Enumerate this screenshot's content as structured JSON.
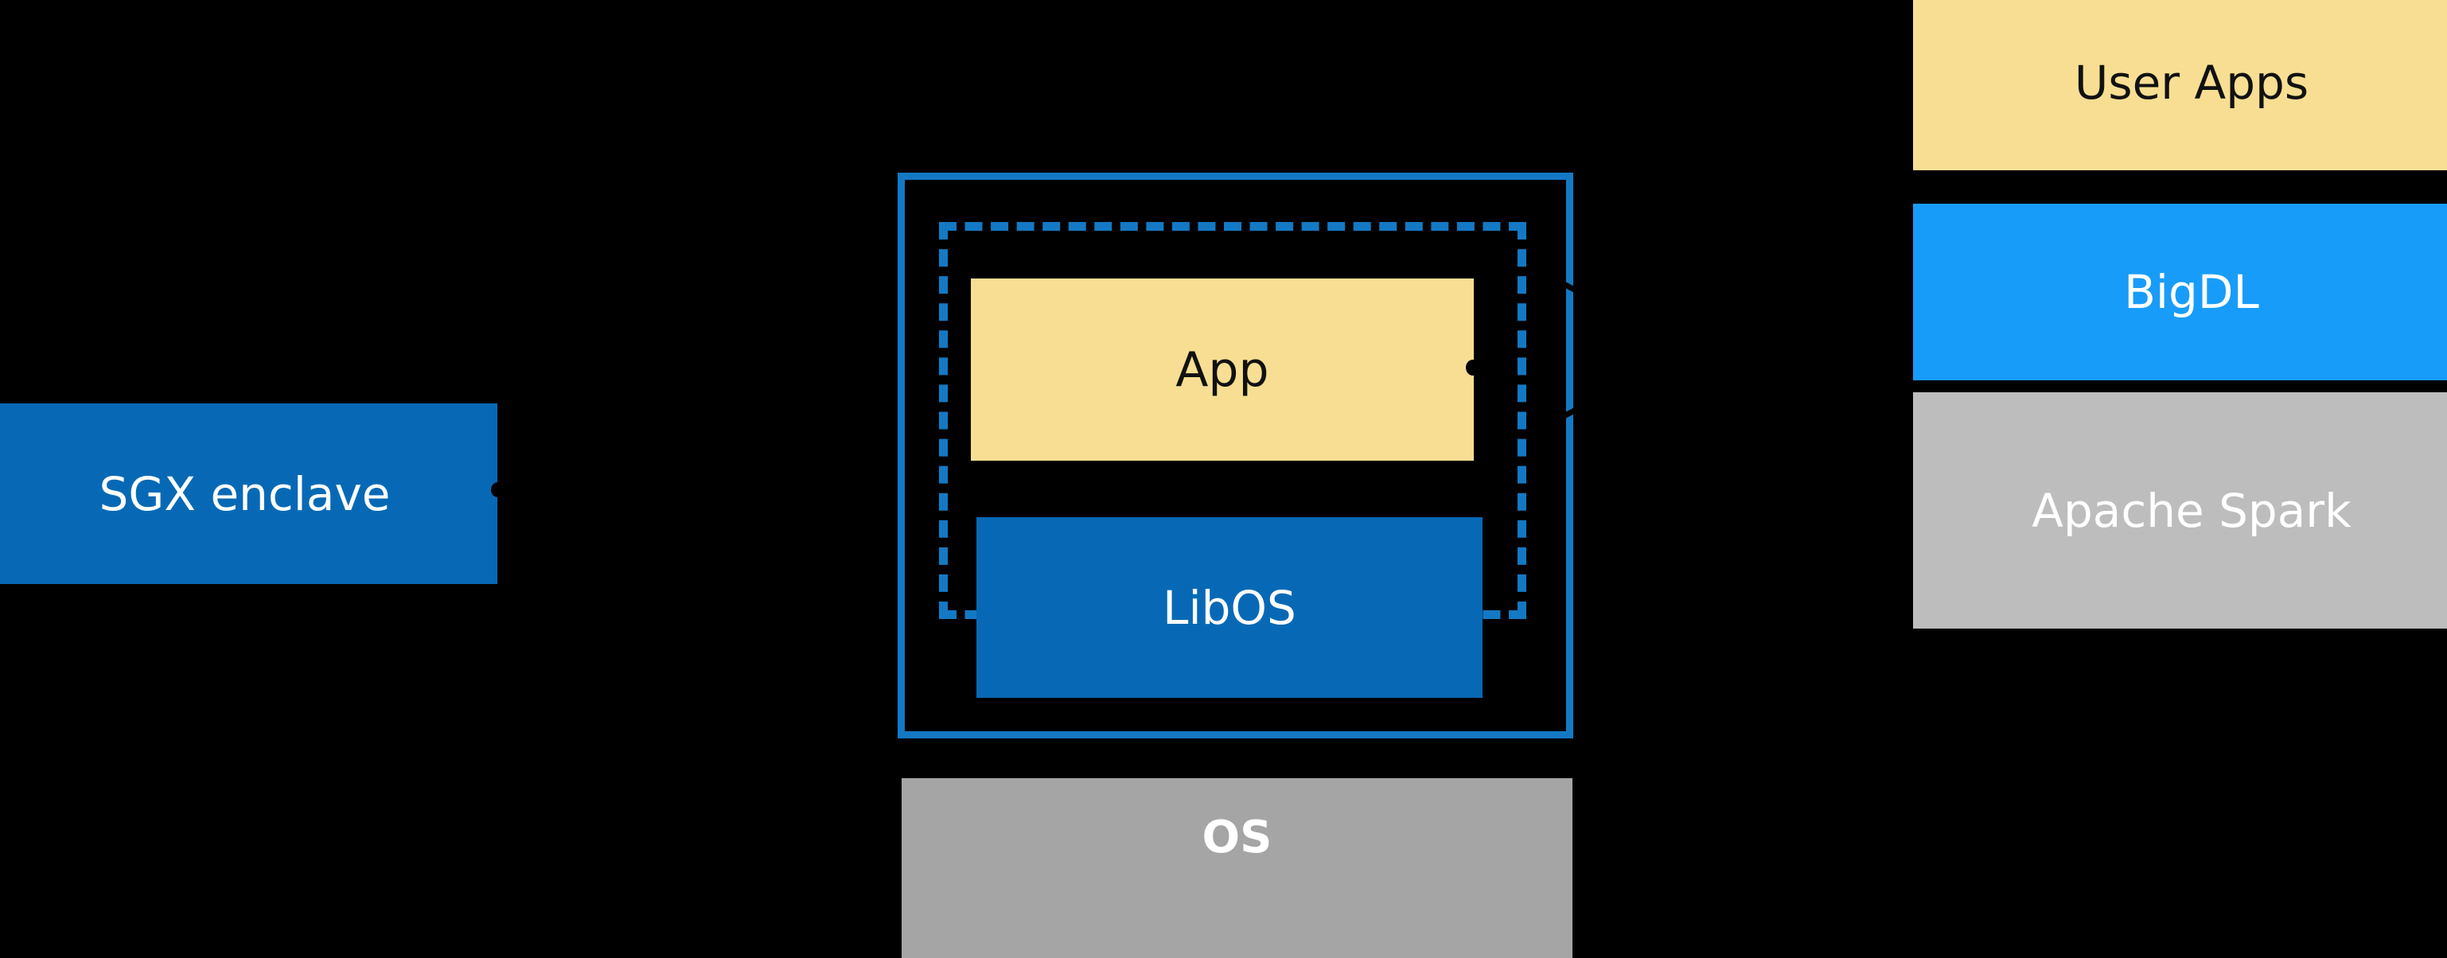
{
  "diagram": {
    "background_color": "#000000",
    "accent_blue": "#1479C4",
    "dark_blue": "#0769B5",
    "bright_blue": "#189CF9",
    "yellow": "#F7DE93",
    "gray": "#BDBDBD",
    "os_gray": "#A5A5A5"
  },
  "left_column": {
    "sgx_enclave": {
      "label": "SGX enclave",
      "fill": "#0769B5",
      "text_color": "#FFFFFF"
    }
  },
  "center_column": {
    "outer_frame": {
      "name": "enclave-boundary",
      "border_style": "solid",
      "border_color": "#1479C4"
    },
    "inner_frame": {
      "name": "protected-region",
      "border_style": "dashed",
      "border_color": "#1479C4"
    },
    "app": {
      "label": "App",
      "fill": "#F7DE93",
      "text_color": "#111111"
    },
    "libos": {
      "label": "LibOS",
      "fill": "#0769B5",
      "text_color": "#FFFFFF"
    },
    "os": {
      "label": "OS",
      "fill": "#A5A5A5",
      "text_color": "#FFFFFF"
    }
  },
  "right_column": {
    "stack": [
      {
        "label": "User Apps",
        "fill": "#F7DE93",
        "text_color": "#111111"
      },
      {
        "label": "BigDL",
        "fill": "#189CF9",
        "text_color": "#FFFFFF"
      },
      {
        "label": "Apache Spark",
        "fill": "#BDBDBD",
        "text_color": "#FFFFFF"
      }
    ]
  }
}
